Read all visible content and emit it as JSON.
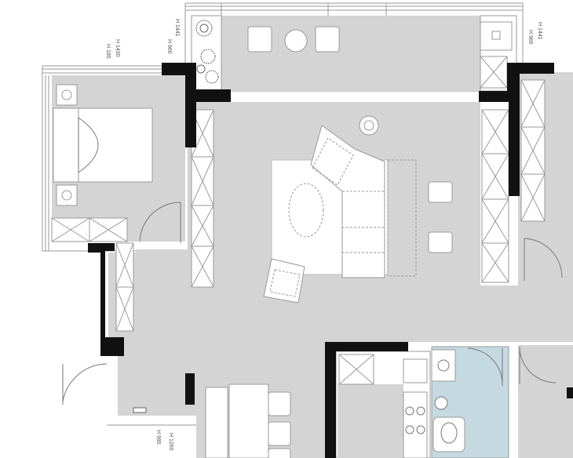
{
  "dimension_labels": {
    "balcony_left": "H 966",
    "balcony_left2": "H 1441",
    "bedroom_a": "H 1430",
    "bedroom_b": "H 185",
    "balcony_right": "H 966",
    "balcony_right2": "H 1441",
    "bottom_a": "H 995",
    "bottom_b": "H 1260"
  },
  "colors": {
    "floor": "#d4d4d4",
    "wall": "#111111",
    "bath_floor": "#c5d9e0"
  }
}
